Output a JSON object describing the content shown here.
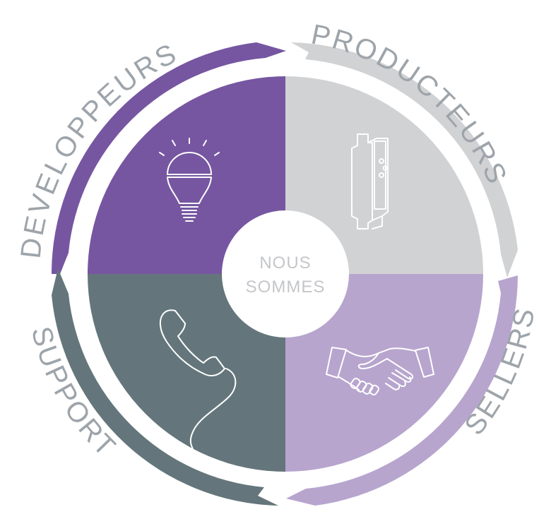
{
  "center": {
    "line1": "NOUS",
    "line2": "SOMMES"
  },
  "segments": [
    {
      "key": "developpeurs",
      "label": "DEVELOPPEURS",
      "icon": "lightbulb-icon",
      "color": "#7656A1"
    },
    {
      "key": "producteurs",
      "label": "PRODUCTEURS",
      "icon": "din-rail-module-icon",
      "color": "#D1D2D4"
    },
    {
      "key": "sellers",
      "label": "SELLERS",
      "icon": "handshake-icon",
      "color": "#B7A5CE"
    },
    {
      "key": "support",
      "label": "SUPPORT",
      "icon": "phone-handset-icon",
      "color": "#64767B"
    }
  ],
  "colors": {
    "outer_text": "#9DA4AA",
    "center_text": "#C4C6C9",
    "background": "#FFFFFF"
  }
}
